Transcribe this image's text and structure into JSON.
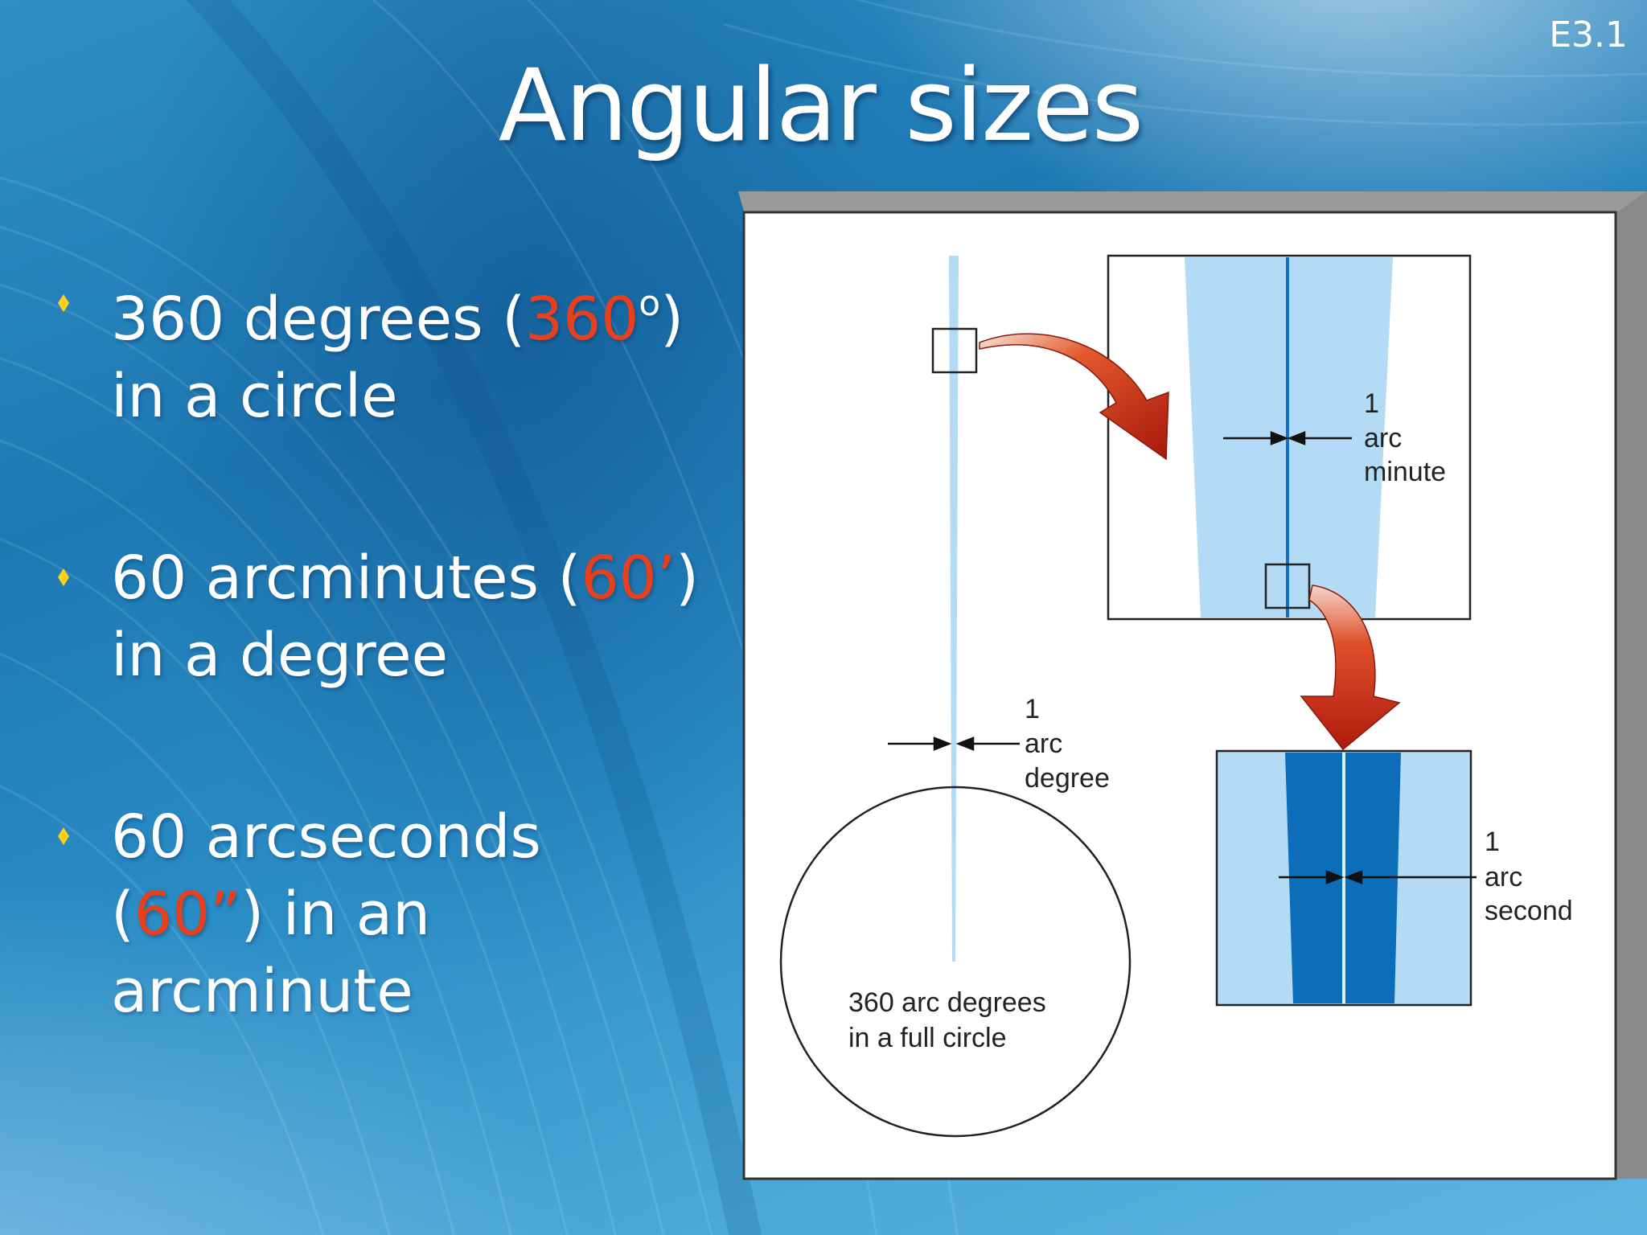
{
  "slide_number": "E3.1",
  "title": "Angular sizes",
  "bullets": [
    {
      "pre": "360 degrees (",
      "highlight": "360",
      "sup": "o",
      "post": ")",
      "line2": "in a circle"
    },
    {
      "pre": "60 arcminutes (",
      "highlight": "60’",
      "post": ")",
      "line2": "in a degree"
    },
    {
      "line1": "60 arcseconds",
      "open": "(",
      "highlight": "60”",
      "post": ") in an",
      "line3": "arcminute"
    }
  ],
  "figure": {
    "arc_minute": {
      "num": "1",
      "l1": "arc",
      "l2": "minute"
    },
    "arc_degree": {
      "num": "1",
      "l1": "arc",
      "l2": "degree"
    },
    "arc_second": {
      "num": "1",
      "l1": "arc",
      "l2": "second"
    },
    "circle_caption": {
      "line1": "360 arc degrees",
      "line2": "in a full circle"
    }
  },
  "colors": {
    "accent_red": "#e8401c",
    "bullet_yellow": "#ffd11a",
    "light_blue": "#b3dbf6",
    "dark_blue": "#0c6db8"
  }
}
